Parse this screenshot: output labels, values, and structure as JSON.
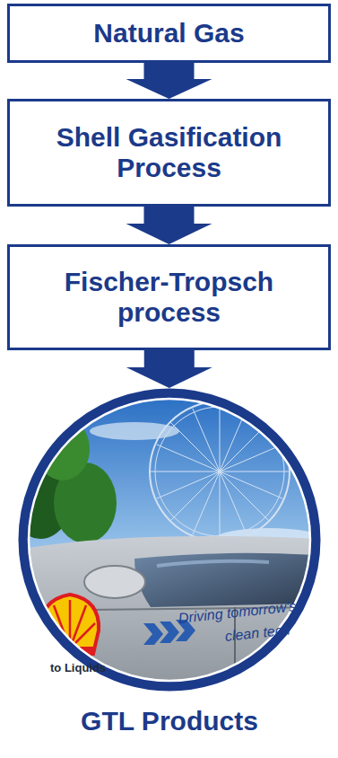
{
  "diagram": {
    "nodes": [
      {
        "text": [
          "Natural Gas"
        ]
      },
      {
        "text": [
          "Shell Gasification Process"
        ]
      },
      {
        "text": [
          "Fischer-Tropsch process"
        ]
      },
      {
        "text": [
          "GTL Products"
        ]
      }
    ],
    "edges": [
      {
        "from": 0,
        "to": 1,
        "arrow": "to"
      },
      {
        "from": 1,
        "to": 2,
        "arrow": "to"
      },
      {
        "from": 2,
        "to": 3,
        "arrow": "to"
      }
    ],
    "labels": [
      "Driving tomorrow's",
      "clean tech",
      "to Liquids"
    ]
  }
}
